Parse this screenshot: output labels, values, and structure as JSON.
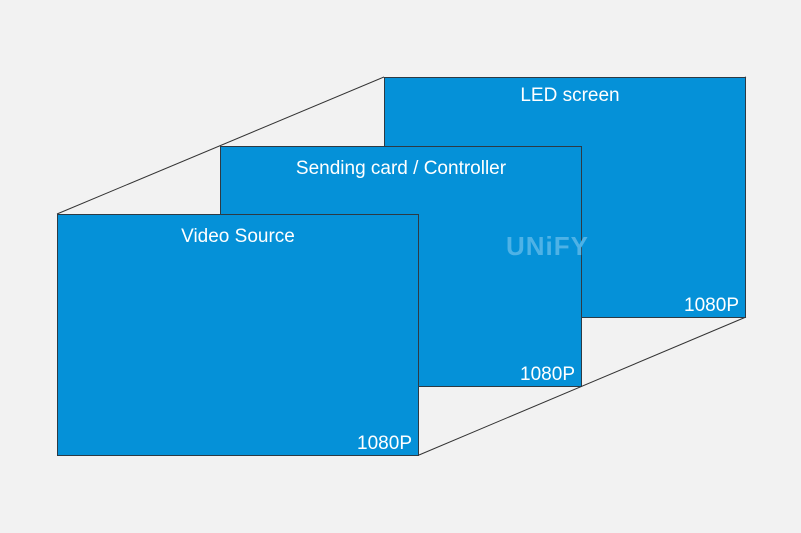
{
  "layers": {
    "led_screen": {
      "title": "LED screen",
      "resolution": "1080P"
    },
    "sending_card": {
      "title": "Sending card / Controller",
      "resolution": "1080P"
    },
    "video_source": {
      "title": "Video Source",
      "resolution": "1080P"
    }
  },
  "watermark": {
    "text": "UNiFY"
  },
  "colors": {
    "background": "#f2f2f2",
    "panel_fill": "#0591d8",
    "panel_border": "#2d3a44",
    "watermark": "#4eb2e6",
    "connector_line": "#333333"
  }
}
